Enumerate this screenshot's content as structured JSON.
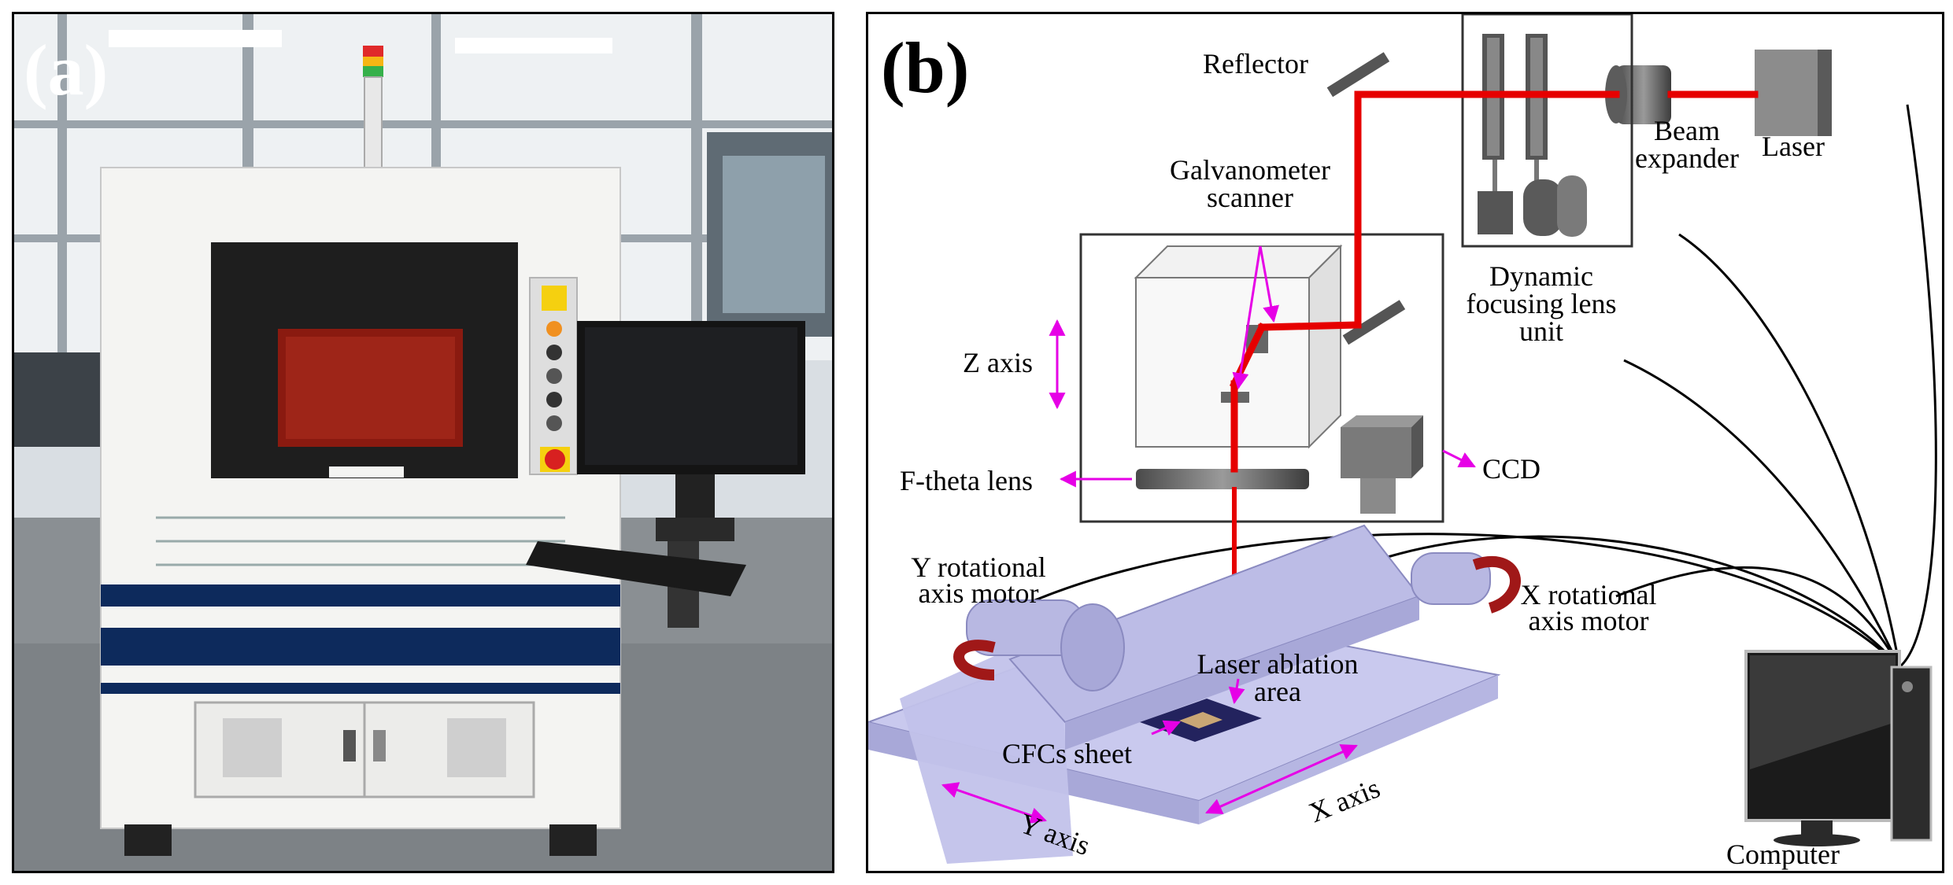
{
  "panel_a": {
    "label": "(a)"
  },
  "panel_b": {
    "label": "(b)",
    "labels": {
      "reflector": "Reflector",
      "beam_expander_1": "Beam",
      "beam_expander_2": "expander",
      "laser": "Laser",
      "galvanometer_1": "Galvanometer",
      "galvanometer_2": "scanner",
      "dynamic_1": "Dynamic",
      "dynamic_2": "focusing lens",
      "dynamic_3": "unit",
      "z_axis": "Z axis",
      "ccd": "CCD",
      "f_theta": "F-theta lens",
      "y_rot_1": "Y rotational",
      "y_rot_2": "axis  motor",
      "x_rot_1": "X rotational",
      "x_rot_2": "axis  motor",
      "laser_ablation_1": "Laser ablation",
      "laser_ablation_2": "area",
      "cfcs_sheet": "CFCs sheet",
      "y_axis": "Y axis",
      "x_axis": "X axis",
      "computer": "Computer"
    }
  },
  "colors": {
    "laser_beam": "#e60000",
    "annotation_arrow": "#e600e6",
    "stage": "#c9c9ee",
    "navy_stripe": "#0d2a5c"
  }
}
